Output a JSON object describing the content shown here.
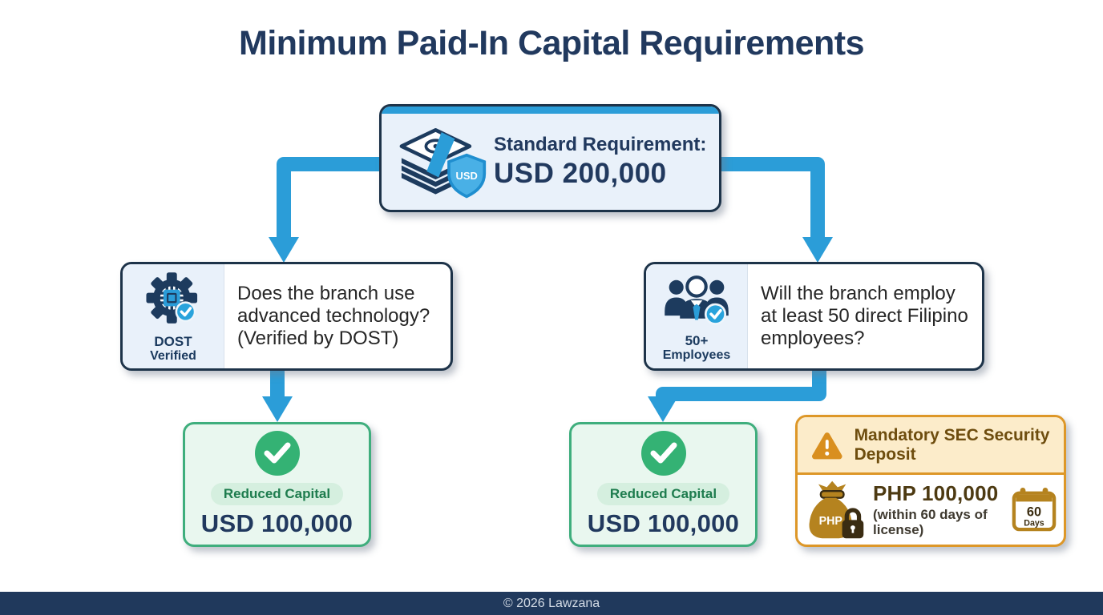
{
  "title": "Minimum Paid-In Capital Requirements",
  "standard_box": {
    "label": "Standard Requirement:",
    "amount": "USD 200,000",
    "shield_label": "USD"
  },
  "branch_left": {
    "icon_label_line1": "DOST",
    "icon_label_line2": "Verified",
    "question": "Does the branch use advanced technology? (Verified by DOST)"
  },
  "branch_right": {
    "icon_label_line1": "50+",
    "icon_label_line2": "Employees",
    "question": "Will the branch employ at least 50 direct Filipino employees?"
  },
  "outcome_left": {
    "badge": "Reduced Capital",
    "amount": "USD 100,000"
  },
  "outcome_right": {
    "badge": "Reduced Capital",
    "amount": "USD 100,000"
  },
  "deposit_box": {
    "title": "Mandatory SEC Security Deposit",
    "amount": "PHP 100,000",
    "condition": "(within 60 days of license)",
    "bag_label": "PHP",
    "calendar_value": "60",
    "calendar_unit": "Days"
  },
  "footer": {
    "text": "© 2026 Lawzana"
  },
  "colors": {
    "navy": "#21395e",
    "arrow_blue": "#2b9dd8",
    "green": "#34b274",
    "orange": "#dd9728",
    "badge_blue": "#29a3dc"
  }
}
